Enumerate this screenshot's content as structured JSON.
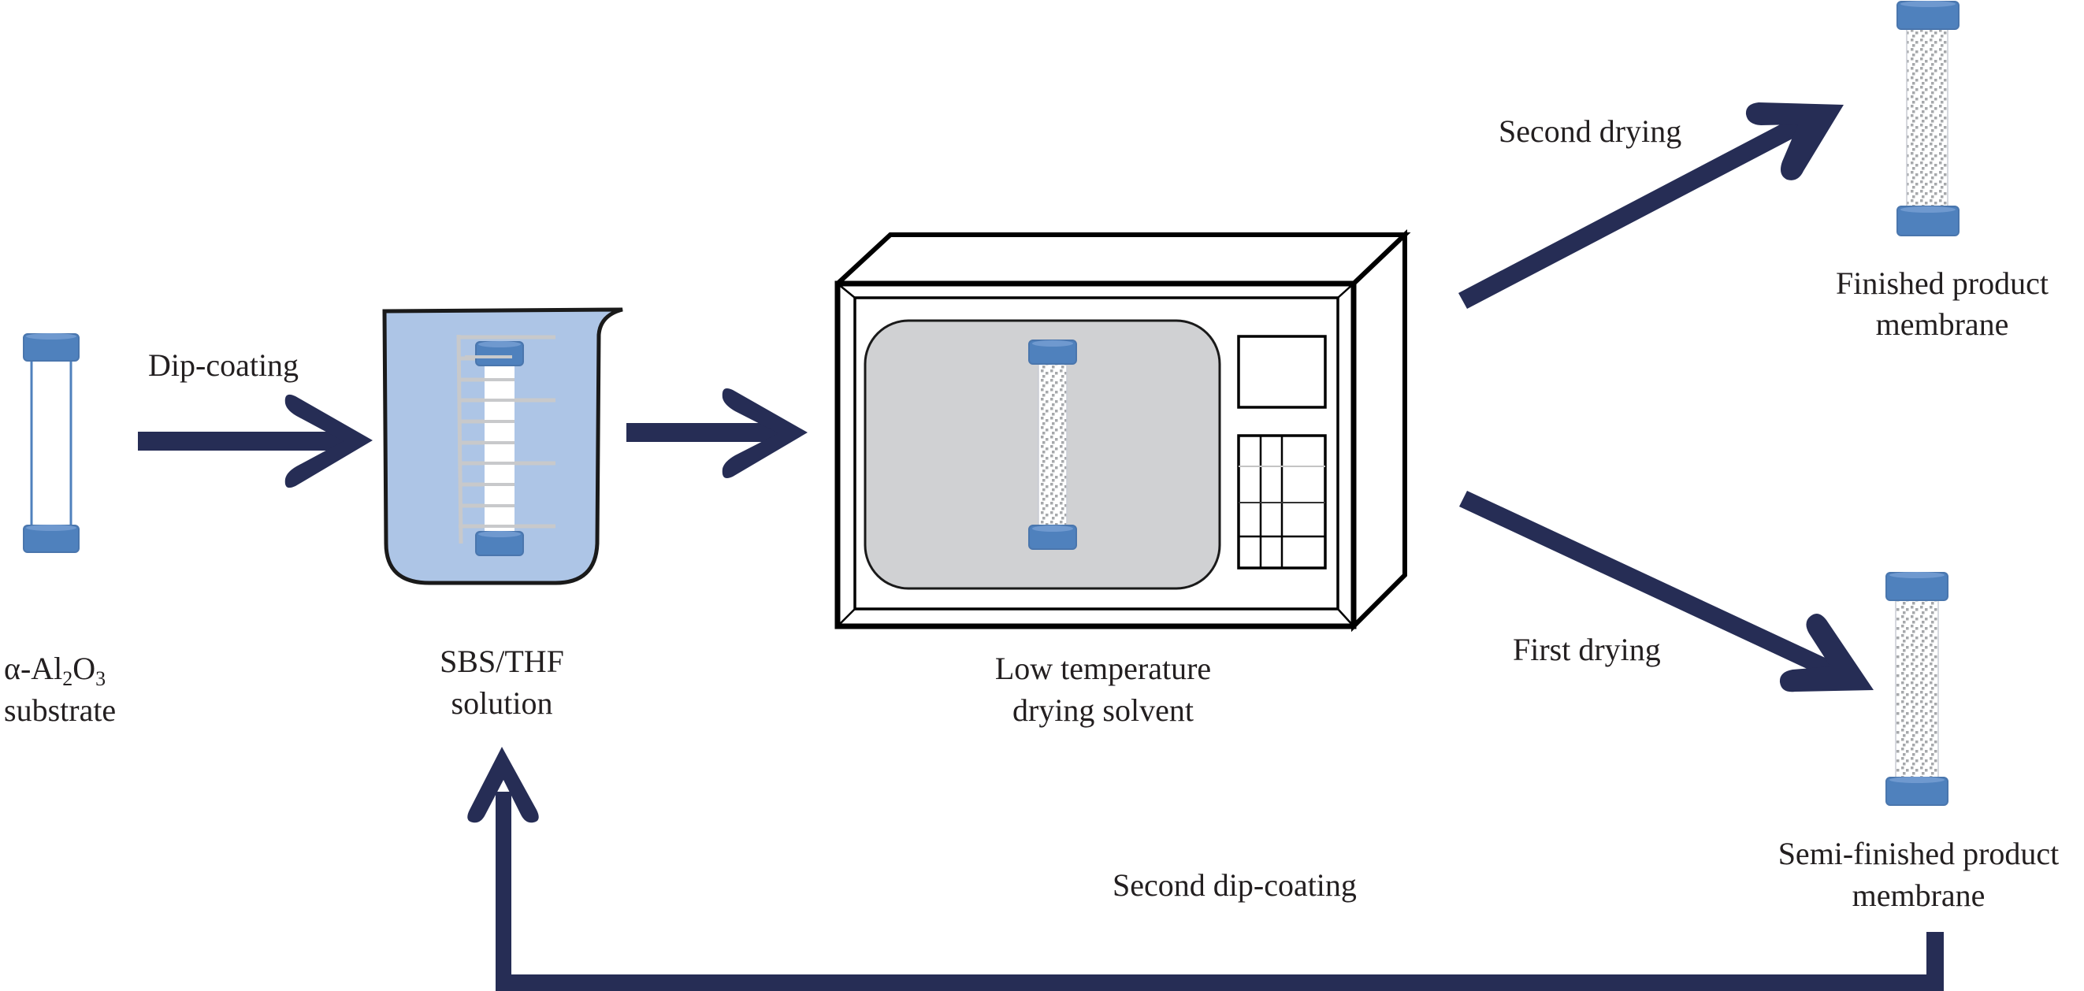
{
  "figure": {
    "type": "process-flow diagram",
    "colors": {
      "arrow": "#262d55",
      "tube_cap": "#4f81bd",
      "solution": "#adc5e6",
      "oven_window": "#d0d1d3",
      "text": "#231f20"
    }
  },
  "steps": {
    "substrate": {
      "label_prefix": "α-Al",
      "sub1": "2",
      "label_mid": "O",
      "sub2": "3",
      "label_line2": "substrate"
    },
    "solution": {
      "label_line1": "SBS/THF",
      "label_line2": "solution"
    },
    "oven": {
      "label_line1": "Low temperature",
      "label_line2": "drying solvent"
    },
    "finished": {
      "label_line1": "Finished product",
      "label_line2": "membrane"
    },
    "semi_finished": {
      "label_line1": "Semi-finished product",
      "label_line2": "membrane"
    }
  },
  "arrows": {
    "dip_coating": "Dip-coating",
    "second_drying": "Second drying",
    "first_drying": "First drying",
    "second_dip_coating": "Second dip-coating"
  }
}
